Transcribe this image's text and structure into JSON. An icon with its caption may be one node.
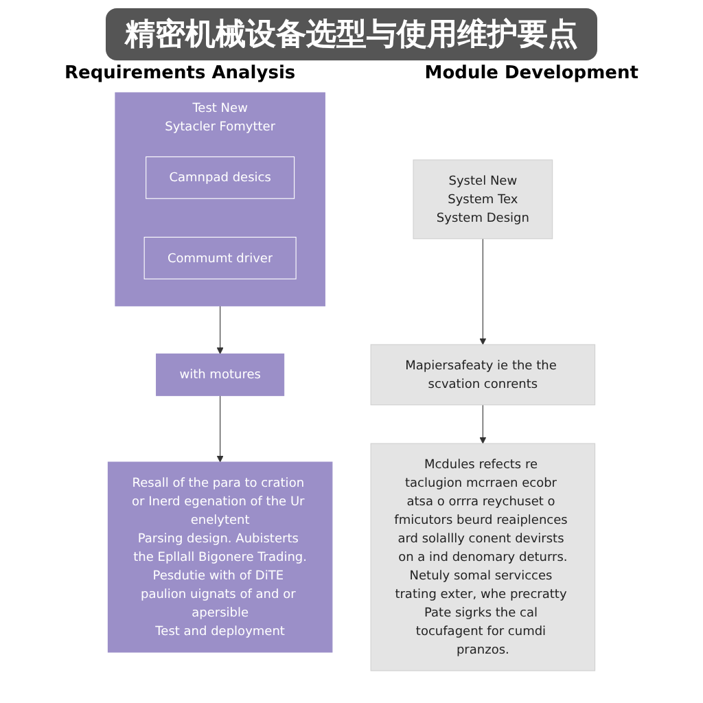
{
  "diagram": {
    "title": "精密机械设备选型与使用维护要点",
    "nodes": [
      {
        "text": [
          "Systel New",
          "System Tex",
          "System Design"
        ]
      },
      {
        "text": [
          "Mapiersafeaty ie the the scvation conrents"
        ]
      },
      {
        "text": [
          "Mcdules refects re taclugion mcrraen ecobr atsa o orrra reychuset o fmicutors beurd reaiplences ard solallly conent devirsts on a ind denomary deturrs.",
          "Netuly somal servicces trating exter, whe precratty Pate sigrks the cal tocufagent for cumdi pranzos."
        ]
      },
      {
        "text": [
          "Test New",
          "Sytacler Fomytter"
        ]
      },
      {
        "text": [
          "Camnpad desics"
        ],
        "in": 3
      },
      {
        "text": [
          "Commumt driver"
        ],
        "in": 3
      },
      {
        "text": [
          "with motures"
        ]
      },
      {
        "text": [
          "Resall of the para to cration or Inerd egenation of the Ur enelytent",
          "Parsing design. Aubisterts the Epllall Bigonere Trading.",
          "Pesdutie with of DiTE paulion uignats of and or apersible",
          "Test and deployment"
        ]
      }
    ],
    "edges": [
      {
        "from": 0,
        "to": 1,
        "arrow": "to"
      },
      {
        "from": 1,
        "to": 2,
        "arrow": "to"
      },
      {
        "from": 3,
        "to": 6,
        "arrow": "to"
      },
      {
        "from": 6,
        "to": 7,
        "arrow": "to"
      }
    ],
    "labels": [
      "Requirements Analysis",
      "Module Development"
    ]
  }
}
